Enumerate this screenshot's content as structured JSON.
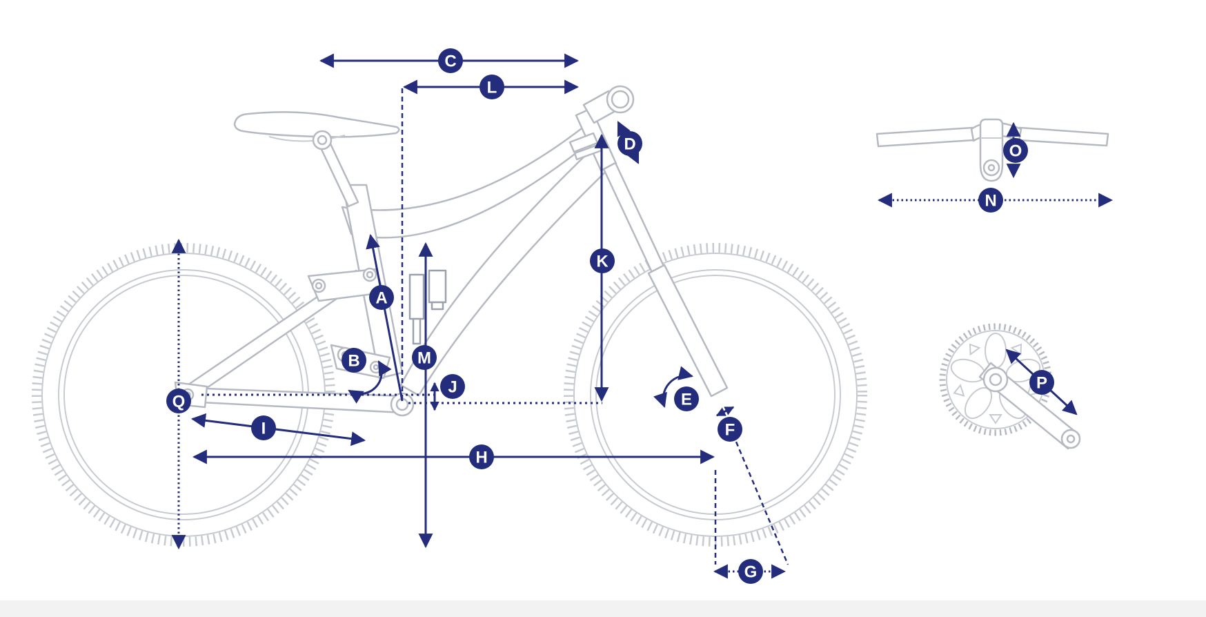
{
  "diagram": {
    "colors": {
      "measurement_navy": "#232d7b",
      "frame_gray": "#b5b9c1",
      "tire_gray": "#c6cad1",
      "footer_gray": "#f2f2f3"
    },
    "labels": {
      "a": "A",
      "b": "B",
      "c": "C",
      "d": "D",
      "e": "E",
      "f": "F",
      "g": "G",
      "h": "H",
      "i": "I",
      "j": "J",
      "k": "K",
      "l": "L",
      "m": "M",
      "n": "N",
      "o": "O",
      "p": "P",
      "q": "Q"
    }
  }
}
